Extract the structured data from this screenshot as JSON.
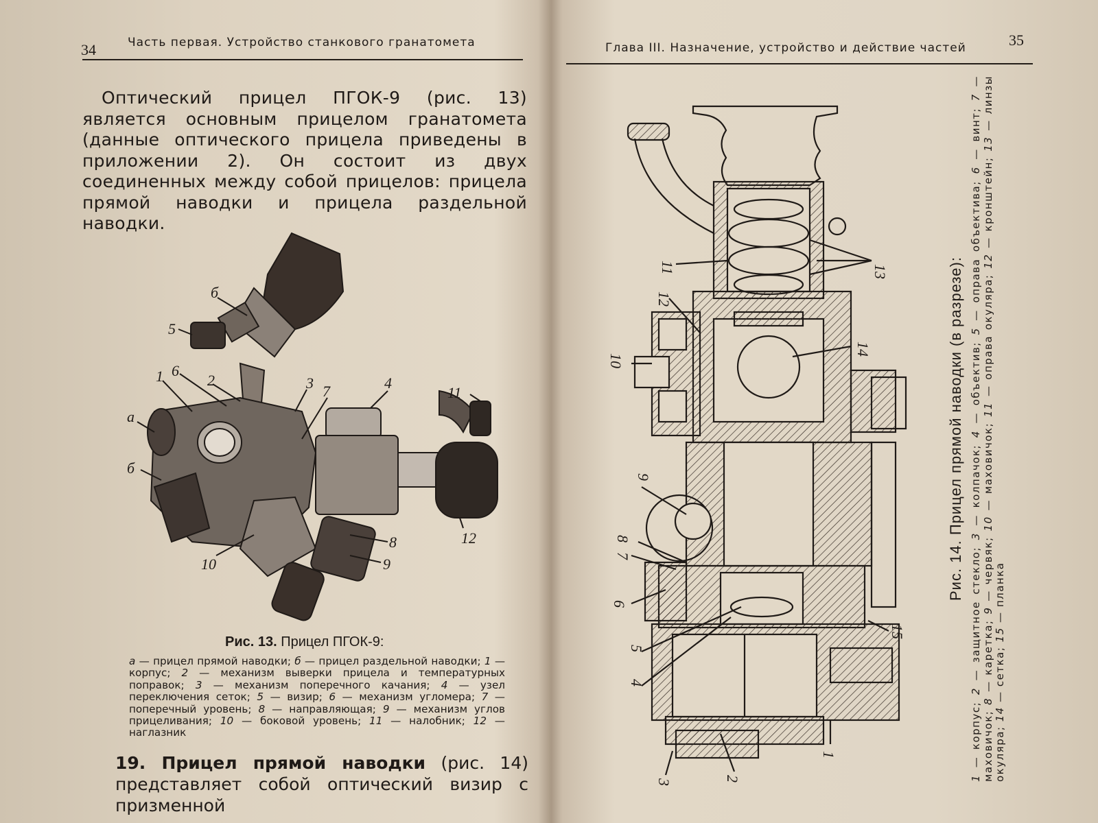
{
  "left_page": {
    "page_number": "34",
    "running_head": "Часть первая. Устройство станкового гранатомета",
    "paragraph": "Оптический прицел ПГОК-9 (рис. 13) является основным прицелом гранатомета (данные оптического прицела приведены в приложении 2). Он состоит из двух соединенных между собой прицелов: прицела прямой наводки и прицела раздельной наводки.",
    "figure": {
      "labels": [
        "б",
        "5",
        "1",
        "6",
        "2",
        "3",
        "7",
        "4",
        "11",
        "а",
        "б",
        "8",
        "12",
        "10",
        "9"
      ],
      "caption_title_bold": "Рис. 13.",
      "caption_title": " Прицел ПГОК-9:",
      "legend": [
        {
          "key": "а",
          "text": " — прицел прямой наводки; "
        },
        {
          "key": "б",
          "text": " — прицел раздельной наводки; "
        },
        {
          "key": "1",
          "text": " — корпус; "
        },
        {
          "key": "2",
          "text": " — механизм выверки прицела и температурных поправок; "
        },
        {
          "key": "3",
          "text": " — механизм поперечного качания; "
        },
        {
          "key": "4",
          "text": " — узел переключения сеток; "
        },
        {
          "key": "5",
          "text": " — визир; "
        },
        {
          "key": "6",
          "text": " — механизм угломера; "
        },
        {
          "key": "7",
          "text": " — поперечный уровень; "
        },
        {
          "key": "8",
          "text": " — направляющая; "
        },
        {
          "key": "9",
          "text": " — механизм углов прицеливания; "
        },
        {
          "key": "10",
          "text": " — боковой уровень; "
        },
        {
          "key": "11",
          "text": " — налобник; "
        },
        {
          "key": "12",
          "text": " — наглазник"
        }
      ]
    },
    "section": {
      "number_title": "19. Прицел прямой наводки",
      "text": " (рис. 14) представляет собой оптический визир с призменной"
    }
  },
  "right_page": {
    "page_number": "35",
    "running_head": "Глава III. Назначение, устройство и действие частей",
    "figure": {
      "labels": [
        "13",
        "11",
        "12",
        "14",
        "10",
        "9",
        "8",
        "7",
        "6",
        "15",
        "5",
        "4",
        "1",
        "2",
        "3"
      ],
      "caption_title": "Рис. 14. Прицел прямой наводки (в разрезе):",
      "legend": [
        {
          "key": "1",
          "text": " — корпус; "
        },
        {
          "key": "2",
          "text": " — защитное стекло; "
        },
        {
          "key": "3",
          "text": " — колпачок; "
        },
        {
          "key": "4",
          "text": " — объектив; "
        },
        {
          "key": "5",
          "text": " — оправа объектива; "
        },
        {
          "key": "6",
          "text": " — винт; "
        },
        {
          "key": "7",
          "text": " — маховичок; "
        },
        {
          "key": "8",
          "text": " — каретка; "
        },
        {
          "key": "9",
          "text": " — червяк; "
        },
        {
          "key": "10",
          "text": " — маховичок; "
        },
        {
          "key": "11",
          "text": " — оправа окуляра; "
        },
        {
          "key": "12",
          "text": " — кронштейн; "
        },
        {
          "key": "13",
          "text": " — линзы окуляра; "
        },
        {
          "key": "14",
          "text": " — сетка; "
        },
        {
          "key": "15",
          "text": " — планка"
        }
      ]
    }
  },
  "colors": {
    "ink": "#1f1a17",
    "paper": "#e2d8c7"
  }
}
